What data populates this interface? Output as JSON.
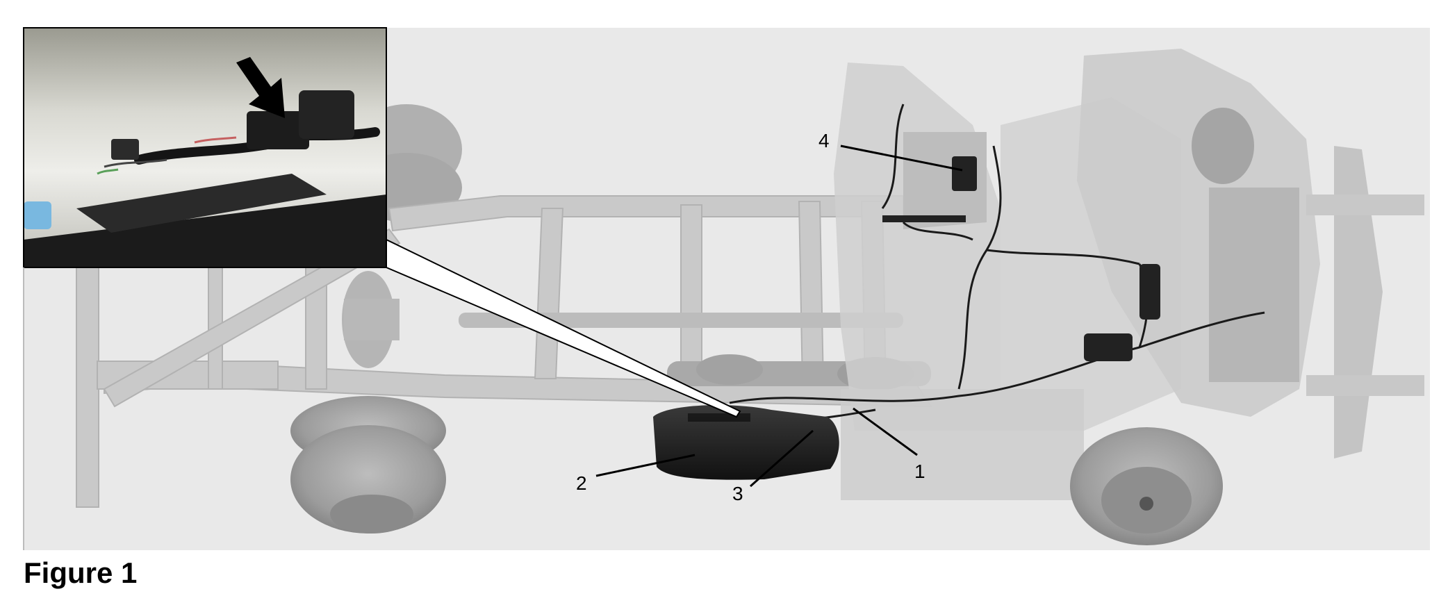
{
  "figure": {
    "caption": "Figure 1",
    "callouts": [
      {
        "label": "1"
      },
      {
        "label": "2"
      },
      {
        "label": "3"
      },
      {
        "label": "4"
      }
    ]
  },
  "colors": {
    "background": "#e9e9e9",
    "frame": "#c8c8c8",
    "wheel": "#9a9a9a",
    "harness": "#1a1a1a",
    "inset_background": "#d8d8d0"
  },
  "icons": [
    "arrow-down-right-icon"
  ]
}
